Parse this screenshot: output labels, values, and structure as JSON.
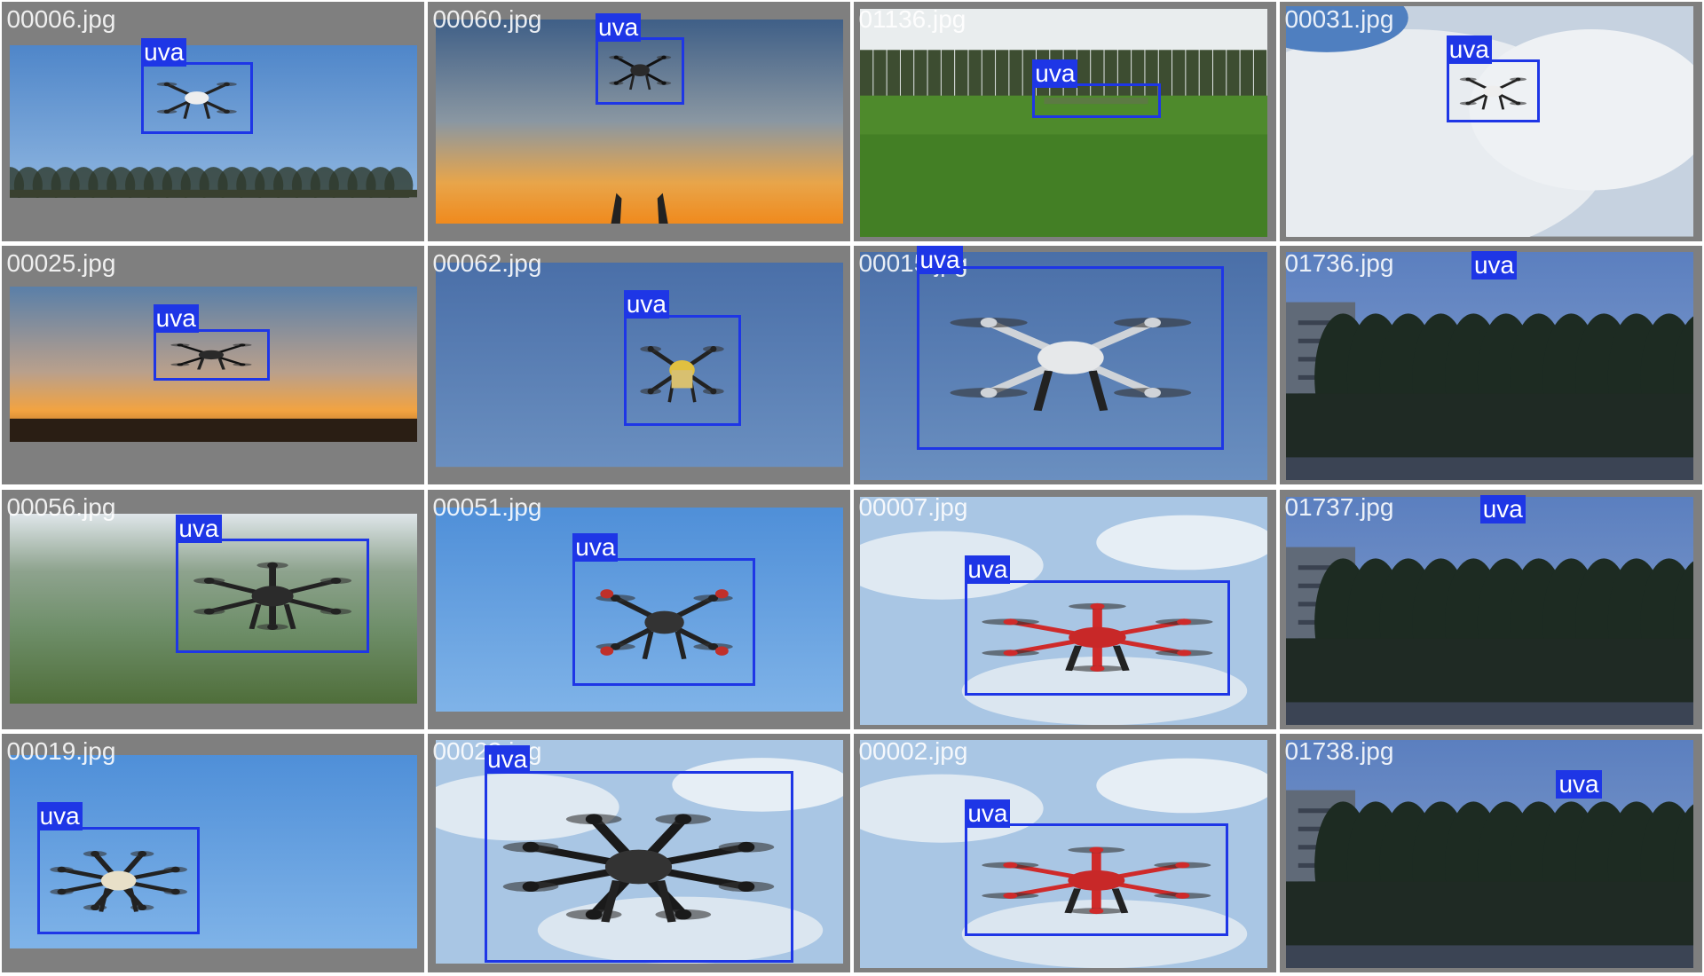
{
  "label_color": "#1e36e6",
  "tile_background": "#7f7f7f",
  "tiles": [
    {
      "file": "00006.jpg",
      "labels": [
        "uva"
      ],
      "scene": "sky",
      "drone": "white-quad"
    },
    {
      "file": "00060.jpg",
      "labels": [
        "uva"
      ],
      "scene": "sunset-gradient",
      "drone": "dark-quad"
    },
    {
      "file": "01136.jpg",
      "labels": [
        "uva"
      ],
      "scene": "grass-field",
      "drone": "small-rotor"
    },
    {
      "file": "00031.jpg",
      "labels": [
        "uva"
      ],
      "scene": "clouds",
      "drone": "white-quad"
    },
    {
      "file": "00025.jpg",
      "labels": [
        "uva"
      ],
      "scene": "sunset-horizon",
      "drone": "dark-quad"
    },
    {
      "file": "00062.jpg",
      "labels": [
        "uva"
      ],
      "scene": "blue-sky",
      "drone": "yellow-quad"
    },
    {
      "file": "00015.jpg",
      "labels": [
        "uva"
      ],
      "scene": "blue-sky",
      "drone": "phantom"
    },
    {
      "file": "01736.jpg",
      "labels": [
        "uva"
      ],
      "scene": "trees-dusk",
      "drone": "none"
    },
    {
      "file": "00056.jpg",
      "labels": [
        "uva"
      ],
      "scene": "hills",
      "drone": "black-hex"
    },
    {
      "file": "00051.jpg",
      "labels": [
        "uva"
      ],
      "scene": "bright-blue",
      "drone": "red-x"
    },
    {
      "file": "00007.jpg",
      "labels": [
        "uva"
      ],
      "scene": "cloudy-sky",
      "drone": "red-hex"
    },
    {
      "file": "01737.jpg",
      "labels": [
        "uva"
      ],
      "scene": "trees-dusk",
      "drone": "none"
    },
    {
      "file": "00019.jpg",
      "labels": [
        "uva"
      ],
      "scene": "bright-blue",
      "drone": "octo"
    },
    {
      "file": "00023.jpg",
      "labels": [
        "uva"
      ],
      "scene": "cloudy-sky",
      "drone": "black-octo"
    },
    {
      "file": "00002.jpg",
      "labels": [
        "uva"
      ],
      "scene": "cloudy-sky",
      "drone": "red-hex"
    },
    {
      "file": "01738.jpg",
      "labels": [
        "uva"
      ],
      "scene": "trees-dusk",
      "drone": "none"
    }
  ]
}
